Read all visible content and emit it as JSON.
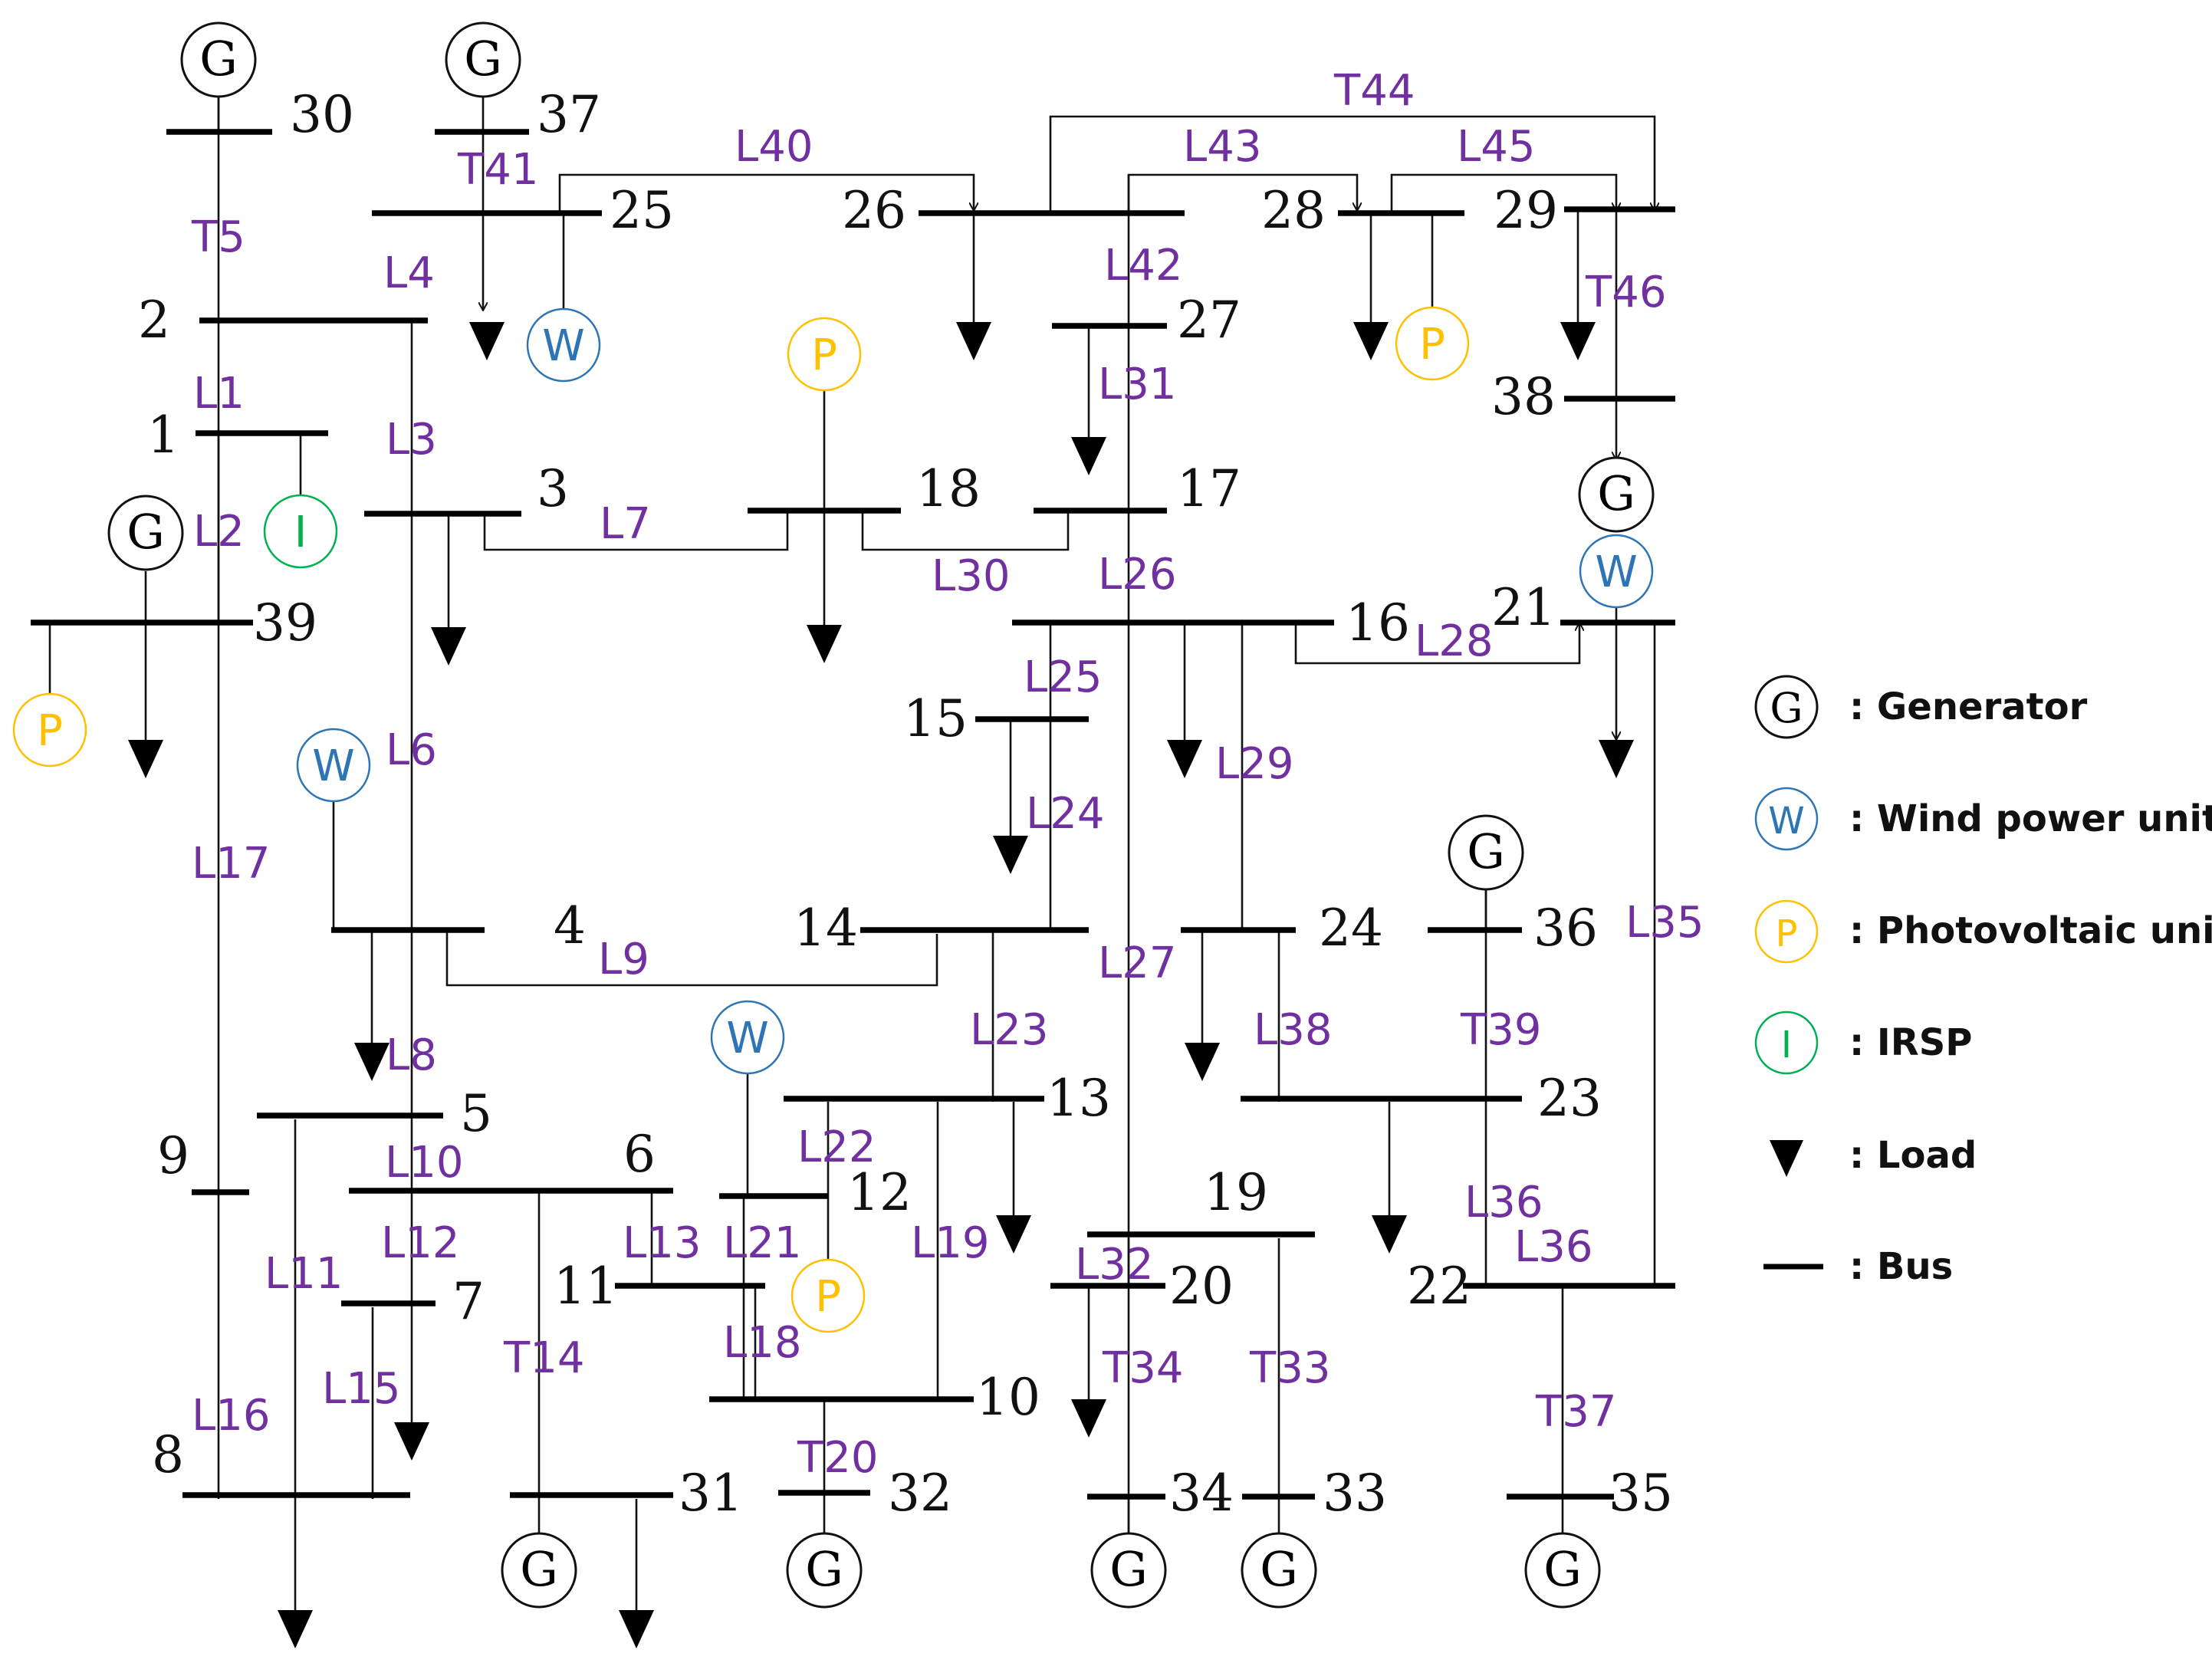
{
  "buses": {
    "b1": "1",
    "b2": "2",
    "b3": "3",
    "b4": "4",
    "b5": "5",
    "b6": "6",
    "b7": "7",
    "b8": "8",
    "b9": "9",
    "b10": "10",
    "b11": "11",
    "b12": "12",
    "b13": "13",
    "b14": "14",
    "b15": "15",
    "b16": "16",
    "b17": "17",
    "b18": "18",
    "b19": "19",
    "b20": "20",
    "b21": "21",
    "b22": "22",
    "b23": "23",
    "b24": "24",
    "b25": "25",
    "b26": "26",
    "b27": "27",
    "b28": "28",
    "b29": "29",
    "b30": "30",
    "b31": "31",
    "b32": "32",
    "b33": "33",
    "b34": "34",
    "b35": "35",
    "b36": "36",
    "b37": "37",
    "b38": "38",
    "b39": "39"
  },
  "branches": {
    "L1": "L1",
    "L2": "L2",
    "L3": "L3",
    "L4": "L4",
    "T5": "T5",
    "L6": "L6",
    "L7": "L7",
    "L8": "L8",
    "L9": "L9",
    "L10": "L10",
    "L11": "L11",
    "L12": "L12",
    "L13": "L13",
    "T14": "T14",
    "L15": "L15",
    "L16": "L16",
    "L17": "L17",
    "L18": "L18",
    "L19": "L19",
    "T20": "T20",
    "L21": "L21",
    "L22": "L22",
    "L23": "L23",
    "L24": "L24",
    "L25": "L25",
    "L26": "L26",
    "L27": "L27",
    "L28": "L28",
    "L29": "L29",
    "L30": "L30",
    "L31": "L31",
    "L32": "L32",
    "T33": "T33",
    "T34": "T34",
    "L35": "L35",
    "L36a": "L36",
    "L36b": "L36",
    "T37": "T37",
    "L38": "L38",
    "T39": "T39",
    "L40": "L40",
    "T41": "T41",
    "L42": "L42",
    "L43": "L43",
    "T44": "T44",
    "L45": "L45",
    "T46": "T46"
  },
  "symbols": {
    "generator": "G",
    "wind": "W",
    "photovoltaic": "P",
    "irsp": "I"
  },
  "legend": {
    "generator": ": Generator",
    "wind": ": Wind power unit",
    "photovoltaic": ": Photovoltaic unit",
    "irsp": ": IRSP",
    "load": ": Load",
    "bus": ": Bus"
  },
  "colors": {
    "line_label": "#7030a0",
    "wind": "#2e75b6",
    "photovoltaic": "#ffc000",
    "irsp": "#00b050",
    "generator": "#000000"
  }
}
